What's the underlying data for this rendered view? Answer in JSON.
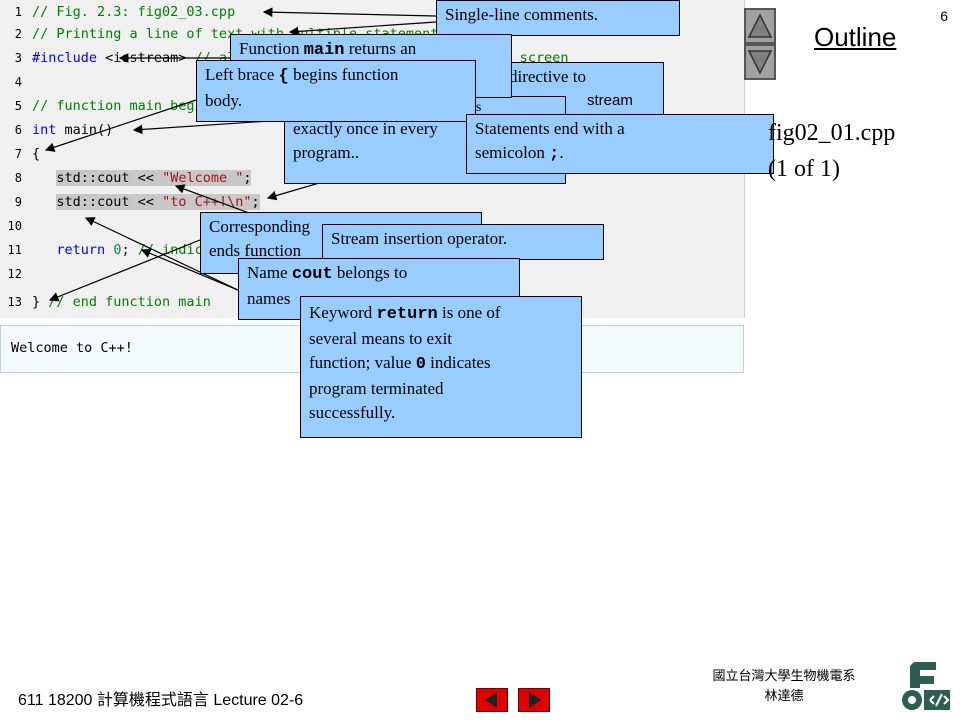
{
  "page_number": "6",
  "outline": "Outline",
  "file_name": "fig02_01.cpp",
  "page_range": "(1 of 1)",
  "code": {
    "lines": [
      {
        "num": "1",
        "parts": [
          {
            "t": "// Fig. 2.3: fig02_03.cpp",
            "c": "cm"
          }
        ]
      },
      {
        "num": "2",
        "parts": [
          {
            "t": "// Printing a line of text with multiple statements.",
            "c": "cm"
          }
        ]
      },
      {
        "num": "3",
        "parts": [
          {
            "t": "#include",
            "c": "kw"
          },
          {
            "t": " <iostream> ",
            "c": ""
          },
          {
            "t": "// allows program to output data to the screen",
            "c": "cm"
          }
        ]
      },
      {
        "num": "4",
        "parts": []
      },
      {
        "num": "5",
        "parts": [
          {
            "t": "// function main begins program execution",
            "c": "cm"
          }
        ]
      },
      {
        "num": "6",
        "parts": [
          {
            "t": "int",
            "c": "kw"
          },
          {
            "t": " main()",
            "c": ""
          }
        ]
      },
      {
        "num": "7",
        "parts": [
          {
            "t": "{",
            "c": ""
          }
        ]
      },
      {
        "num": "8",
        "parts": [
          {
            "t": "   ",
            "c": ""
          },
          {
            "t": "std::cout << ",
            "c": "hl"
          },
          {
            "t": "\"Welcome \"",
            "c": "str hl"
          },
          {
            "t": ";",
            "c": "hl"
          }
        ]
      },
      {
        "num": "9",
        "parts": [
          {
            "t": "   ",
            "c": ""
          },
          {
            "t": "std::cout << ",
            "c": "hl"
          },
          {
            "t": "\"to C++!\\n\"",
            "c": "str hl"
          },
          {
            "t": ";",
            "c": "hl"
          }
        ]
      },
      {
        "num": "10",
        "parts": []
      },
      {
        "num": "11",
        "parts": [
          {
            "t": "   ",
            "c": ""
          },
          {
            "t": "return",
            "c": "kw"
          },
          {
            "t": " ",
            "c": ""
          },
          {
            "t": "0",
            "c": "num"
          },
          {
            "t": "; ",
            "c": ""
          },
          {
            "t": "// indicate that program ended successfully",
            "c": "cm"
          }
        ]
      },
      {
        "num": "12",
        "parts": []
      },
      {
        "num": "13",
        "parts": [
          {
            "t": "} ",
            "c": ""
          },
          {
            "t": "// end function main",
            "c": "cm"
          }
        ]
      }
    ]
  },
  "output": "Welcome to C++!",
  "callouts": {
    "single_line": "Single-line comments.",
    "main_returns_a": "Function ",
    "main_returns_b": "main",
    "main_returns_c": " returns an",
    "preproc": "directive to",
    "preproc2": "stream",
    "left_brace_a": "Left brace ",
    "left_brace_b": "{",
    "left_brace_c": " begins function",
    "left_brace_d": "body.",
    "main_once_a": "ars",
    "main_once_b": "exactly once in every",
    "main_once_c": "program..",
    "semicolon_a": "Statements end with a",
    "semicolon_b": "semicolon ",
    "semicolon_c": ";",
    "semicolon_d": ".",
    "corresponding_a": "Corresponding",
    "corresponding_b": "ends function",
    "insertion": "Stream insertion operator.",
    "cout_a": "Name ",
    "cout_b": "cout",
    "cout_c": " belongs to",
    "cout_d": "names",
    "return_a": "Keyword ",
    "return_b": "return",
    "return_c": " is one of",
    "return_d": "several means to exit",
    "return_e": "function; value ",
    "return_f": "0",
    "return_g": " indicates",
    "return_h": "program terminated",
    "return_i": "successfully."
  },
  "footer": {
    "course": "611 18200 計算機程式語言  Lecture 02-6",
    "dept": "國立台灣大學生物機電系",
    "author": "林達德"
  },
  "icons": {
    "up": "triangle-up-icon",
    "down": "triangle-down-icon",
    "prev": "arrow-left-icon",
    "next": "arrow-right-icon"
  }
}
